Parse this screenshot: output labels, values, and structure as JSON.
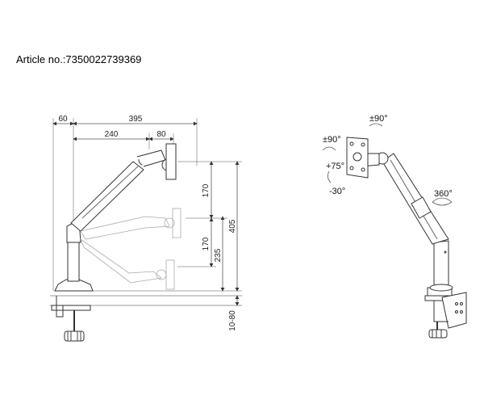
{
  "article": {
    "text": "Article no.:7350022739369"
  },
  "dimensions": {
    "d60": "60",
    "d395": "395",
    "d240": "240",
    "d80": "80",
    "d170_upper": "170",
    "d170_lower": "170",
    "d405": "405",
    "d235": "235",
    "d10_80": "10-80"
  },
  "angles": {
    "tilt_left": "±90°",
    "tilt_top": "±90°",
    "tilt_up": "+75°",
    "tilt_down": "-30°",
    "rotate": "360°"
  }
}
